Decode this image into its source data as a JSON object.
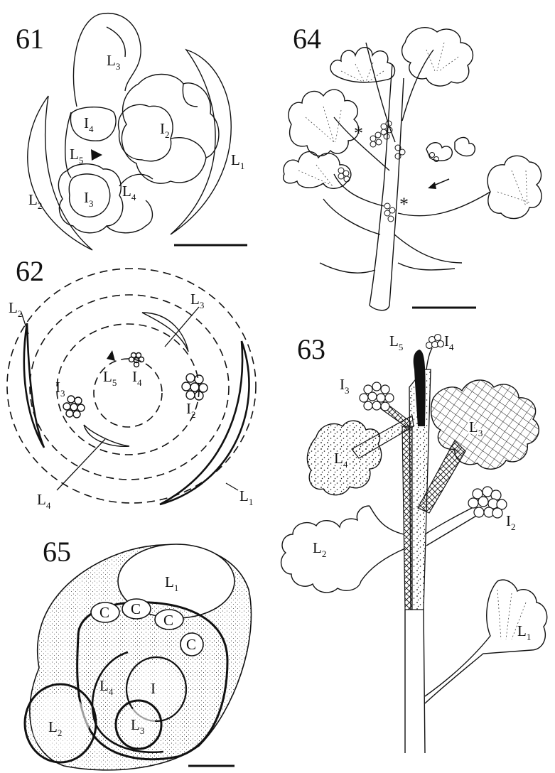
{
  "plate": {
    "figures": [
      {
        "number": "61",
        "labels": {
          "l1": "L",
          "l1s": "1",
          "l2": "L",
          "l2s": "2",
          "l3": "L",
          "l3s": "3",
          "l4": "L",
          "l4s": "4",
          "l5": "L",
          "l5s": "5",
          "i2": "I",
          "i2s": "2",
          "i3": "I",
          "i3s": "3",
          "i4": "I",
          "i4s": "4"
        }
      },
      {
        "number": "62",
        "labels": {
          "l1": "L",
          "l1s": "1",
          "l2": "L",
          "l2s": "2",
          "l3": "L",
          "l3s": "3",
          "l4": "L",
          "l4s": "4",
          "l5": "L",
          "l5s": "5",
          "i2": "I",
          "i2s": "2",
          "i3": "I",
          "i3s": "3",
          "i4": "I",
          "i4s": "4"
        }
      },
      {
        "number": "63",
        "labels": {
          "l1": "L",
          "l1s": "1",
          "l2": "L",
          "l2s": "2",
          "l3": "L",
          "l3s": "3",
          "l4": "L",
          "l4s": "4",
          "l5": "L",
          "l5s": "5",
          "i2": "I",
          "i2s": "2",
          "i3": "I",
          "i3s": "3",
          "i4": "I",
          "i4s": "4"
        }
      },
      {
        "number": "64",
        "labels": {
          "asterisk": "*"
        }
      },
      {
        "number": "65",
        "labels": {
          "l1": "L",
          "l1s": "1",
          "l2": "L",
          "l2s": "2",
          "l3": "L",
          "l3s": "3",
          "l4": "L",
          "l4s": "4",
          "i": "I",
          "c": "C"
        }
      }
    ]
  },
  "colors": {
    "ink": "#111111",
    "paper": "#ffffff"
  }
}
